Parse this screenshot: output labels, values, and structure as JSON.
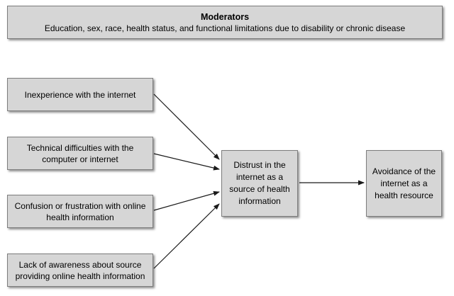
{
  "moderators": {
    "title": "Moderators",
    "subtitle": "Education, sex, race, health status, and functional limitations due to disability or chronic disease"
  },
  "causes": [
    {
      "label": "Inexperience with the internet"
    },
    {
      "label": "Technical difficulties with the computer or internet"
    },
    {
      "label": "Confusion or frustration with online health information"
    },
    {
      "label": "Lack of awareness about source providing online health information"
    }
  ],
  "mediator": {
    "label": "Distrust in the internet as a source of health information"
  },
  "outcome": {
    "label": "Avoidance of the internet as a health resource"
  },
  "colors": {
    "box_fill": "#d6d6d6",
    "box_border": "#7d7d7d",
    "arrow": "#1a1a1a",
    "text": "#000000",
    "background": "#ffffff"
  }
}
